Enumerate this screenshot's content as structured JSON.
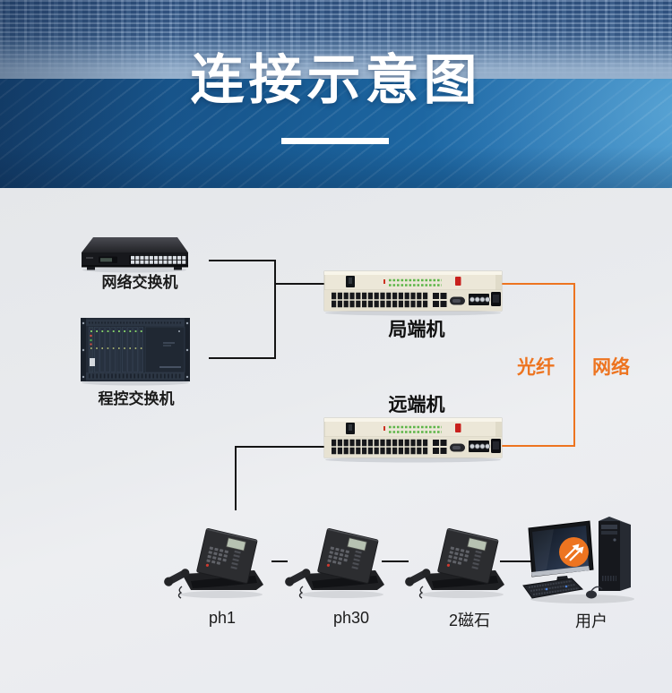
{
  "header": {
    "title": "连接示意图"
  },
  "diagram": {
    "devices": [
      {
        "id": "network-switch",
        "label": "网络交换机"
      },
      {
        "id": "pbx-switch",
        "label": "程控交换机"
      },
      {
        "id": "local-terminal",
        "label": "局端机"
      },
      {
        "id": "remote-terminal",
        "label": "远端机"
      },
      {
        "id": "phone-ph1",
        "label": "ph1"
      },
      {
        "id": "phone-ph30",
        "label": "ph30"
      },
      {
        "id": "phone-magneto",
        "label": "2磁石"
      },
      {
        "id": "user-pc",
        "label": "用户"
      }
    ],
    "fiber_link": {
      "left_label": "光纤",
      "right_label": "网络",
      "icon": "fiber-transfer-icon"
    },
    "colors": {
      "fiber_link": "#ED7420",
      "copper_link": "#141414",
      "accent_text": "#ED7420",
      "title_text": "#FFFFFF"
    }
  }
}
